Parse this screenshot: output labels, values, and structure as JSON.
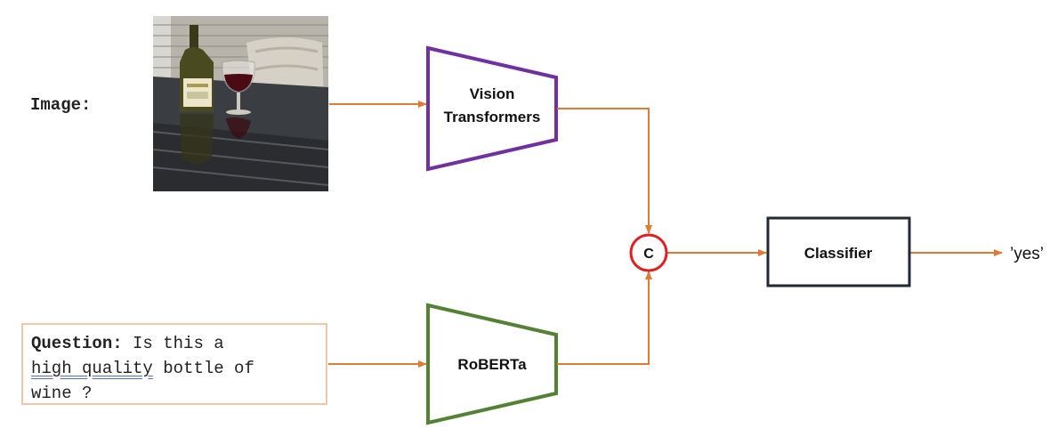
{
  "image_input": {
    "label": "Image:",
    "photo_description_icon": "wine-bottle-and-glass-photo"
  },
  "question_input": {
    "prefix": "Question:",
    "text_part1": "Is this a",
    "text_underlined": "high quality",
    "text_part2": "bottle of",
    "text_part3": "wine ?"
  },
  "encoders": {
    "vision_line1": "Vision",
    "vision_line2": "Transformers",
    "text": "RoBERTa"
  },
  "fusion": {
    "symbol": "C"
  },
  "classifier": {
    "label": "Classifier"
  },
  "output": {
    "answer": "’yes’"
  },
  "colors": {
    "arrow": "#e07b35",
    "vision_border": "#7030a0",
    "text_encoder_border": "#538135",
    "classifier_border": "#222a35",
    "fusion_border": "#e02020",
    "question_border": "#f4c6a8"
  }
}
